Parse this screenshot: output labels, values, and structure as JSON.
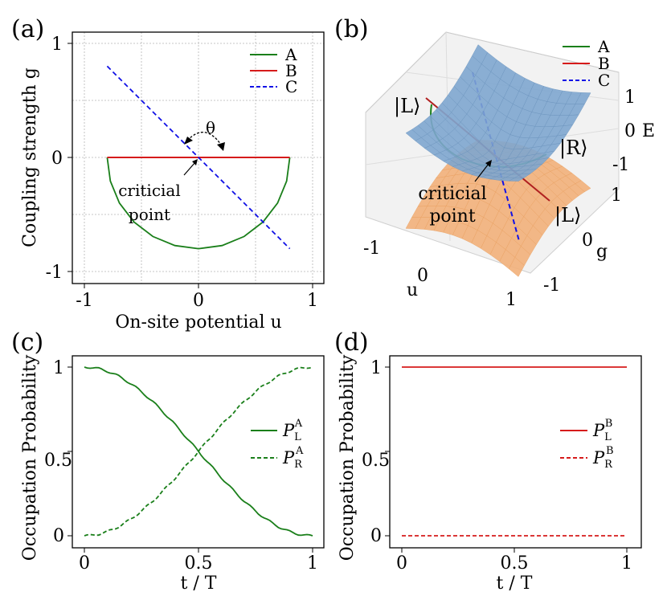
{
  "colors": {
    "A": "#1a7f1a",
    "B": "#d61b1b",
    "C": "#1010e6",
    "upper_surface": "#7ea6cf",
    "lower_surface": "#f2b07a"
  },
  "panel_a": {
    "label": "(a)",
    "xlabel": "On-site potential u",
    "ylabel": "Coupling strength g",
    "xticks": [
      "-1",
      "0",
      "1"
    ],
    "yticks": [
      "1",
      "0",
      "-1"
    ],
    "legend": [
      "A",
      "B",
      "C"
    ],
    "annotation": [
      "criticial",
      "point"
    ],
    "theta": "θ"
  },
  "panel_b": {
    "label": "(b)",
    "legend": [
      "A",
      "B",
      "C"
    ],
    "annotation": [
      "criticial",
      "point"
    ],
    "state_L_top": "|L⟩",
    "state_R": "|R⟩",
    "state_L_right": "|L⟩",
    "u_axis_label": "u",
    "g_axis_label": "g",
    "e_axis_label": "E",
    "u_ticks": [
      "-1",
      "0",
      "1"
    ],
    "g_ticks": [
      "1",
      "0",
      "-1"
    ],
    "e_ticks": [
      "1",
      "0",
      "-1"
    ]
  },
  "panel_c": {
    "label": "(c)",
    "xlabel": "t / T",
    "ylabel": "Occupation Probability",
    "xticks": [
      "0",
      "0.5",
      "1"
    ],
    "yticks": [
      "1",
      "0.5",
      "0"
    ],
    "legend": [
      {
        "base": "P",
        "sub": "L",
        "sup": "A"
      },
      {
        "base": "P",
        "sub": "R",
        "sup": "A"
      }
    ]
  },
  "panel_d": {
    "label": "(d)",
    "xlabel": "t / T",
    "ylabel": "Occupation Probability",
    "xticks": [
      "0",
      "0.5",
      "1"
    ],
    "yticks": [
      "1",
      "0.5",
      "0"
    ],
    "legend": [
      {
        "base": "P",
        "sub": "L",
        "sup": "B"
      },
      {
        "base": "P",
        "sub": "R",
        "sup": "B"
      }
    ]
  },
  "chart_data": [
    {
      "type": "line",
      "panel": "(a)",
      "xlabel": "On-site potential u",
      "ylabel": "Coupling strength g",
      "xlim": [
        -1.1,
        1.1
      ],
      "ylim": [
        -1.1,
        1.1
      ],
      "grid": true,
      "legend_position": "top-right",
      "series": [
        {
          "name": "A",
          "shape": "lower semicircle of radius 0.8",
          "x": [
            -0.8,
            -0.566,
            0,
            0.566,
            0.8
          ],
          "y": [
            0,
            -0.566,
            -0.8,
            -0.566,
            0
          ]
        },
        {
          "name": "B",
          "x": [
            -0.8,
            0.8
          ],
          "y": [
            0,
            0
          ]
        },
        {
          "name": "C",
          "style": "dashed",
          "x": [
            -0.8,
            0.8
          ],
          "y": [
            0.8,
            -0.8
          ]
        }
      ],
      "annotations": [
        "θ",
        "criticial point"
      ]
    },
    {
      "type": "surface",
      "panel": "(b)",
      "xlabel": "u",
      "ylabel": "g",
      "zlabel": "E",
      "xlim": [
        -1,
        1
      ],
      "ylim": [
        -1,
        1
      ],
      "zlim": [
        -1,
        1
      ],
      "surfaces": [
        "upper band E = +sqrt(u^2+g^2)",
        "lower band E = -sqrt(u^2+g^2)"
      ],
      "paths": [
        "A",
        "B",
        "C"
      ],
      "annotations": [
        "|L⟩",
        "|R⟩",
        "|L⟩",
        "criticial point"
      ]
    },
    {
      "type": "line",
      "panel": "(c)",
      "xlabel": "t / T",
      "ylabel": "Occupation Probability",
      "xlim": [
        0,
        1
      ],
      "ylim": [
        0,
        1
      ],
      "legend_position": "center-right",
      "x": [
        0,
        0.1,
        0.2,
        0.3,
        0.4,
        0.5,
        0.6,
        0.7,
        0.8,
        0.9,
        1.0
      ],
      "series": [
        {
          "name": "P_L^A",
          "values": [
            1.0,
            0.976,
            0.905,
            0.795,
            0.655,
            0.5,
            0.345,
            0.205,
            0.095,
            0.024,
            0.0
          ]
        },
        {
          "name": "P_R^A",
          "style": "dashed",
          "values": [
            0.0,
            0.024,
            0.095,
            0.205,
            0.345,
            0.5,
            0.655,
            0.795,
            0.905,
            0.976,
            1.0
          ]
        }
      ]
    },
    {
      "type": "line",
      "panel": "(d)",
      "xlabel": "t / T",
      "ylabel": "Occupation Probability",
      "xlim": [
        0,
        1
      ],
      "ylim": [
        0,
        1
      ],
      "legend_position": "center-right",
      "x": [
        0,
        1
      ],
      "series": [
        {
          "name": "P_L^B",
          "values": [
            1.0,
            1.0
          ]
        },
        {
          "name": "P_R^B",
          "style": "dashed",
          "values": [
            0.0,
            0.0
          ]
        }
      ]
    }
  ]
}
